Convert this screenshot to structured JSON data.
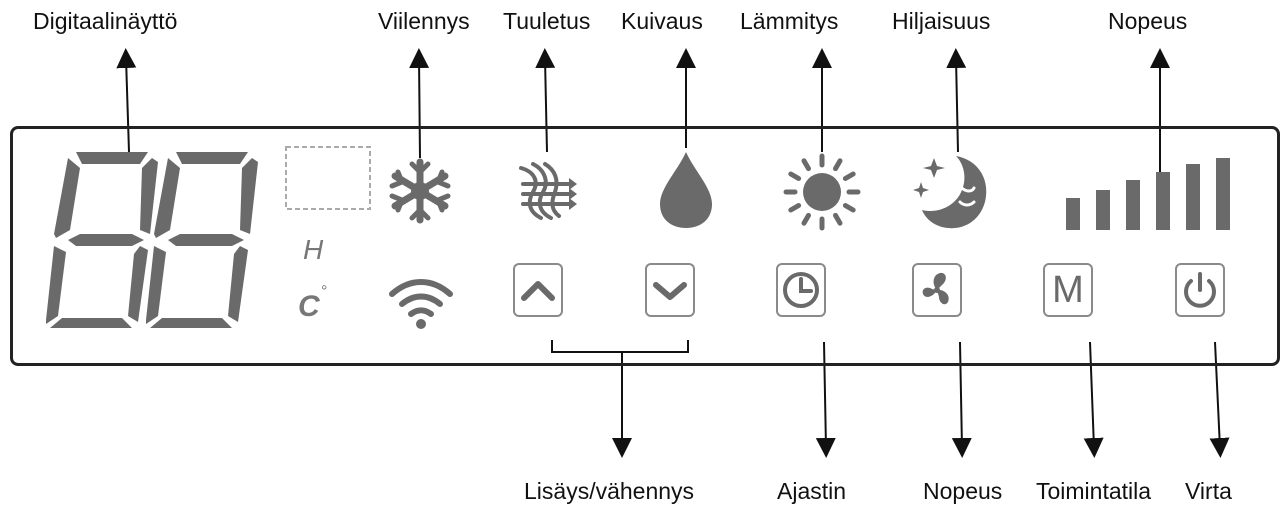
{
  "labels": {
    "digital_display": "Digitaalinäyttö",
    "cooling": "Viilennys",
    "ventilation": "Tuuletus",
    "drying": "Kuivaus",
    "heating": "Lämmitys",
    "quiet": "Hiljaisuus",
    "speed_top": "Nopeus",
    "increase_decrease": "Lisäys/vähennys",
    "timer": "Ajastin",
    "speed_bottom": "Nopeus",
    "mode": "Toimintatila",
    "power": "Virta"
  },
  "panel": {
    "display_digits": "88",
    "humidity_indicator": "H",
    "celsius_indicator": "C",
    "degree_symbol": "°",
    "mode_button_letter": "M"
  },
  "icons": {
    "cooling": "snowflake-icon",
    "ventilation": "ventilation-icon",
    "drying": "water-drop-icon",
    "heating": "sun-icon",
    "quiet": "moon-stars-icon",
    "speed_level": "signal-bars-icon",
    "wifi": "wifi-icon",
    "increase": "chevron-up-icon",
    "decrease": "chevron-down-icon",
    "timer": "clock-icon",
    "fan_speed": "fan-icon",
    "power": "power-icon"
  },
  "colors": {
    "icon_gray": "#6a6a6a",
    "border": "#222222",
    "button_border": "#8a8a8a"
  }
}
